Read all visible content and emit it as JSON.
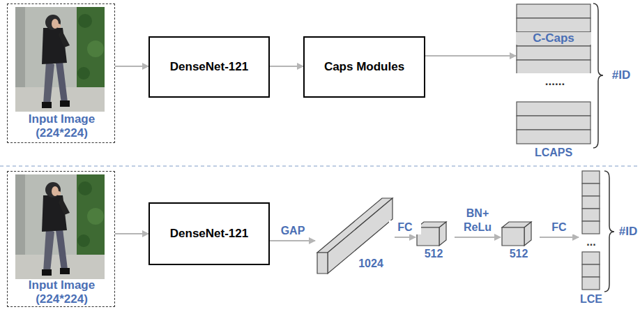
{
  "diagram": {
    "nodes": [
      {
        "text": [
          "Input Image (224*224)"
        ]
      },
      {
        "text": [
          "DenseNet-121"
        ]
      },
      {
        "text": [
          "Caps Modules"
        ]
      },
      {
        "text": [
          "C-Caps"
        ]
      },
      {
        "text": [
          "LCAPS"
        ]
      },
      {
        "text": [
          "Input Image (224*224)"
        ]
      },
      {
        "text": [
          "DenseNet-121"
        ]
      },
      {
        "text": [
          "1024"
        ]
      },
      {
        "text": [
          "512"
        ]
      },
      {
        "text": [
          "512"
        ]
      },
      {
        "text": [
          "...",
          "LCE"
        ]
      }
    ],
    "edges": [
      {
        "from": 0,
        "to": 1,
        "arrow": "to"
      },
      {
        "from": 1,
        "to": 2,
        "arrow": "to"
      },
      {
        "from": 2,
        "to": 3,
        "arrow": "to"
      },
      {
        "from": 5,
        "to": 6,
        "arrow": "to"
      },
      {
        "from": 6,
        "to": 7,
        "label": "GAP",
        "arrow": "to"
      },
      {
        "from": 7,
        "to": 8,
        "label": "FC",
        "arrow": "to"
      },
      {
        "from": 8,
        "to": 9,
        "label": "BN+ ReLu",
        "arrow": "to"
      },
      {
        "from": 9,
        "to": 10,
        "label": "FC",
        "arrow": "to"
      }
    ],
    "labels": [
      "......",
      "#ID",
      "#ID"
    ]
  }
}
